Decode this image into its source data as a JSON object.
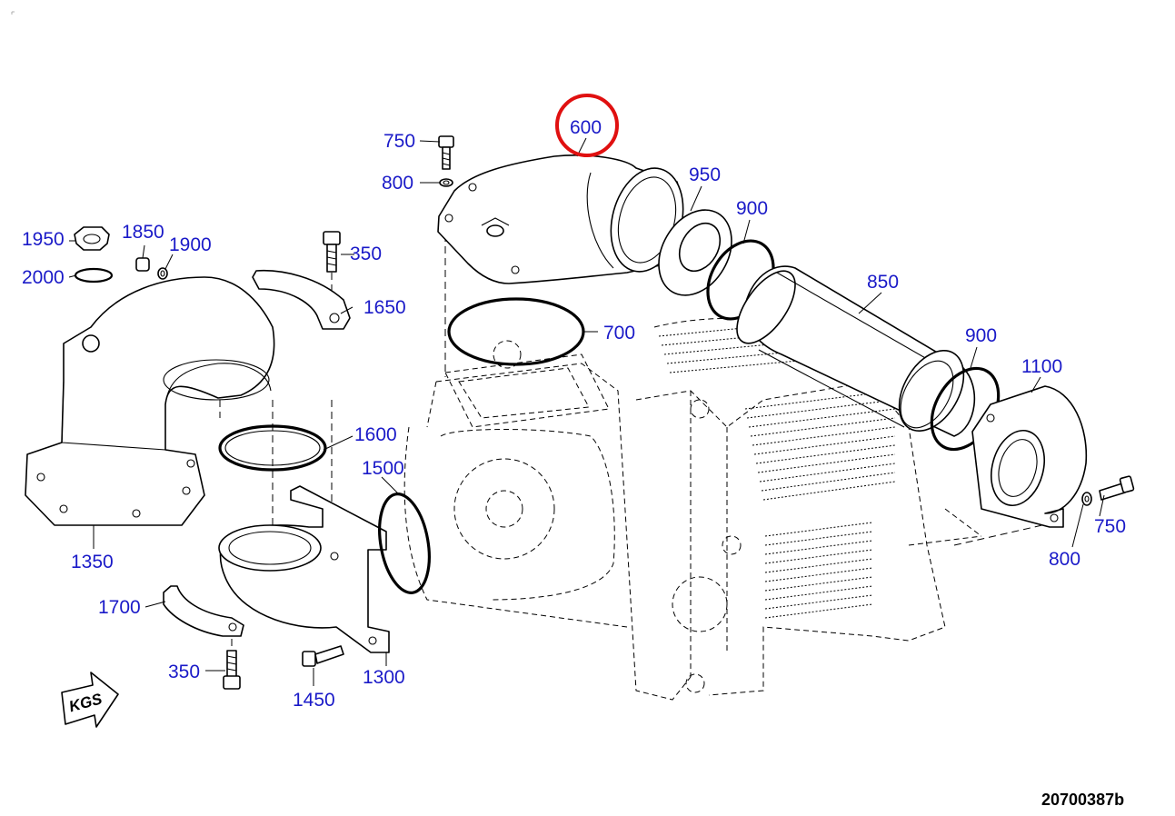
{
  "callouts": {
    "p600": "600",
    "p750a": "750",
    "p800a": "800",
    "p950": "950",
    "p900a": "900",
    "p350a": "350",
    "p1650": "1650",
    "p1950": "1950",
    "p1850": "1850",
    "p1900": "1900",
    "p2000": "2000",
    "p700": "700",
    "p850": "850",
    "p900b": "900",
    "p1100": "1100",
    "p1600": "1600",
    "p1500": "1500",
    "p1350": "1350",
    "p750b": "750",
    "p800b": "800",
    "p1700": "1700",
    "p350b": "350",
    "p1450": "1450",
    "p1300": "1300"
  },
  "highlight": {
    "part": "600",
    "color": "#e01010"
  },
  "kgs_label": "KGS",
  "drawing_number": "20700387b",
  "colors": {
    "callout_text": "#1a1ac8",
    "line": "#000000"
  }
}
